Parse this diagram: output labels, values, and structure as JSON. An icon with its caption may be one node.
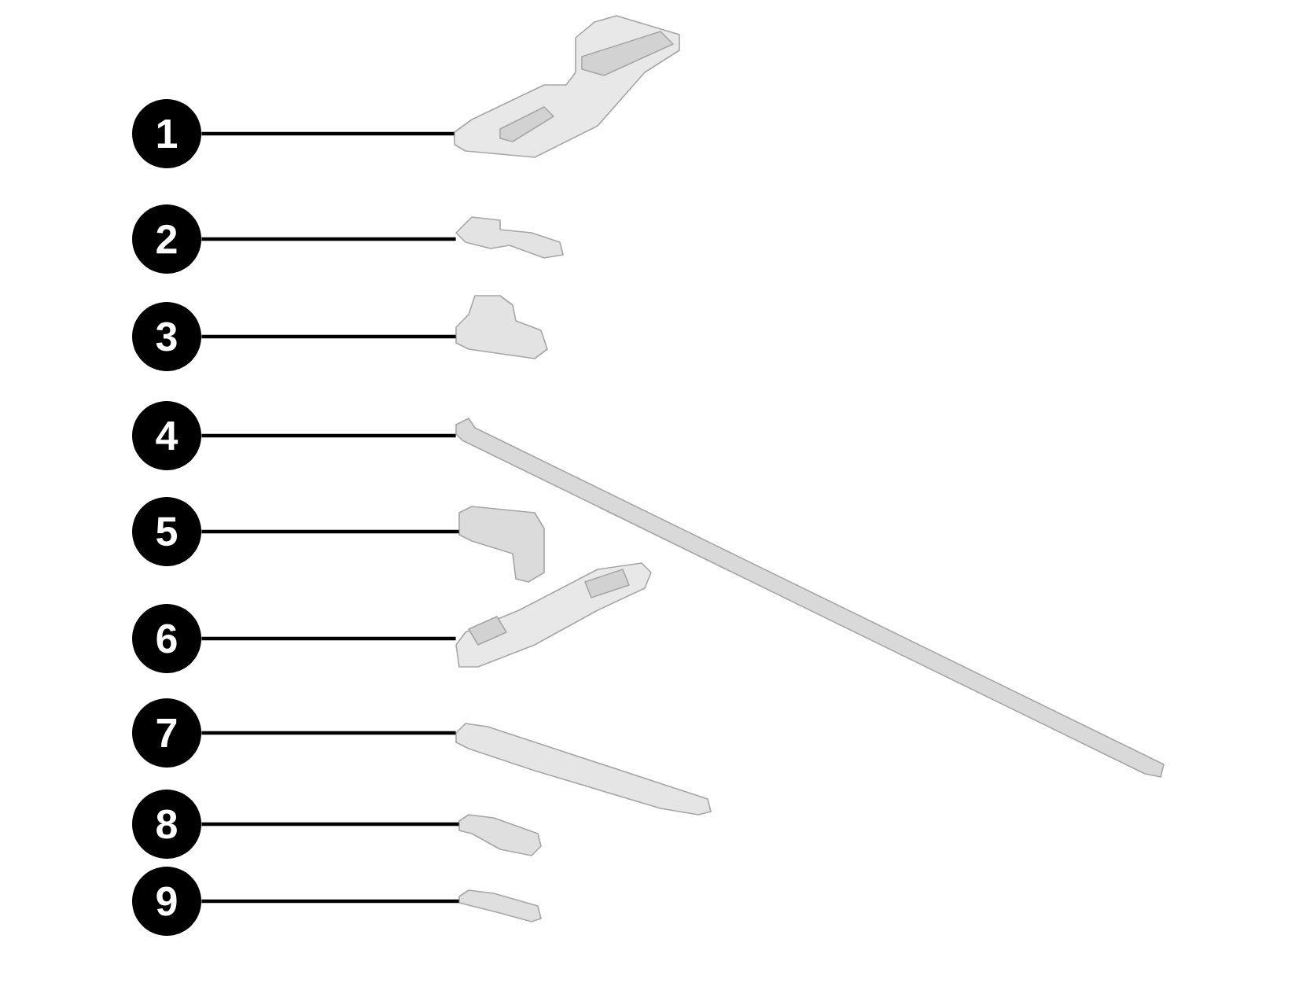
{
  "diagram": {
    "nodes": [
      {
        "text": [
          "1"
        ]
      },
      {
        "text": [
          "2"
        ]
      },
      {
        "text": [
          "3"
        ]
      },
      {
        "text": [
          "4"
        ]
      },
      {
        "text": [
          "5"
        ]
      },
      {
        "text": [
          "6"
        ]
      },
      {
        "text": [
          "7"
        ]
      },
      {
        "text": [
          "8"
        ]
      },
      {
        "text": [
          "9"
        ]
      },
      {
        "text": [],
        "shape": "picture"
      },
      {
        "text": [],
        "shape": "picture"
      },
      {
        "text": [],
        "shape": "picture"
      },
      {
        "text": [],
        "shape": "picture"
      },
      {
        "text": [],
        "shape": "picture"
      },
      {
        "text": [],
        "shape": "picture"
      },
      {
        "text": [],
        "shape": "picture"
      },
      {
        "text": [],
        "shape": "picture"
      },
      {
        "text": [],
        "shape": "picture"
      }
    ],
    "edges": [
      {
        "from": 0,
        "to": 9,
        "arrow": "none"
      },
      {
        "from": 1,
        "to": 10,
        "arrow": "none"
      },
      {
        "from": 2,
        "to": 11,
        "arrow": "none"
      },
      {
        "from": 3,
        "to": 12,
        "arrow": "none"
      },
      {
        "from": 4,
        "to": 13,
        "arrow": "none"
      },
      {
        "from": 5,
        "to": 14,
        "arrow": "none"
      },
      {
        "from": 6,
        "to": 15,
        "arrow": "none"
      },
      {
        "from": 7,
        "to": 16,
        "arrow": "none"
      },
      {
        "from": 8,
        "to": 17,
        "arrow": "none"
      }
    ]
  }
}
